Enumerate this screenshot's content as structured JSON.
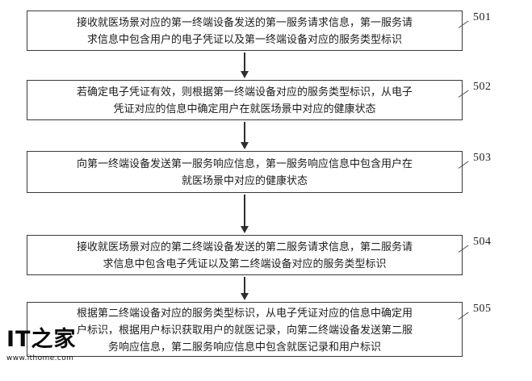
{
  "figure": {
    "steps": [
      {
        "ref": "501",
        "lines": [
          "接收就医场景对应的第一终端设备发送的第一服务请求信息，第一服务请",
          "求信息中包含用户的电子凭证以及第一终端设备对应的服务类型标识"
        ]
      },
      {
        "ref": "502",
        "lines": [
          "若确定电子凭证有效，则根据第一终端设备对应的服务类型标识，从电子",
          "凭证对应的信息中确定用户在就医场景中对应的健康状态"
        ]
      },
      {
        "ref": "503",
        "lines": [
          "向第一终端设备发送第一服务响应信息，第一服务响应信息中包含用户在",
          "就医场景中对应的健康状态"
        ]
      },
      {
        "ref": "504",
        "lines": [
          "接收就医场景对应的第二终端设备发送的第二服务请求信息，第二服务请",
          "求信息中包含电子凭证以及第二终端设备对应的服务类型标识"
        ]
      },
      {
        "ref": "505",
        "lines": [
          "根据第二终端设备对应的服务类型标识，从电子凭证对应的信息中确定用",
          "户标识，根据用户标识获取用户的就医记录，向第二终端设备发送第二服",
          "务响应信息，第二服务响应信息中包含就医记录和用户标识"
        ]
      }
    ],
    "watermark": {
      "logo_text": "IT之家",
      "url": "www.ithome.com"
    }
  }
}
